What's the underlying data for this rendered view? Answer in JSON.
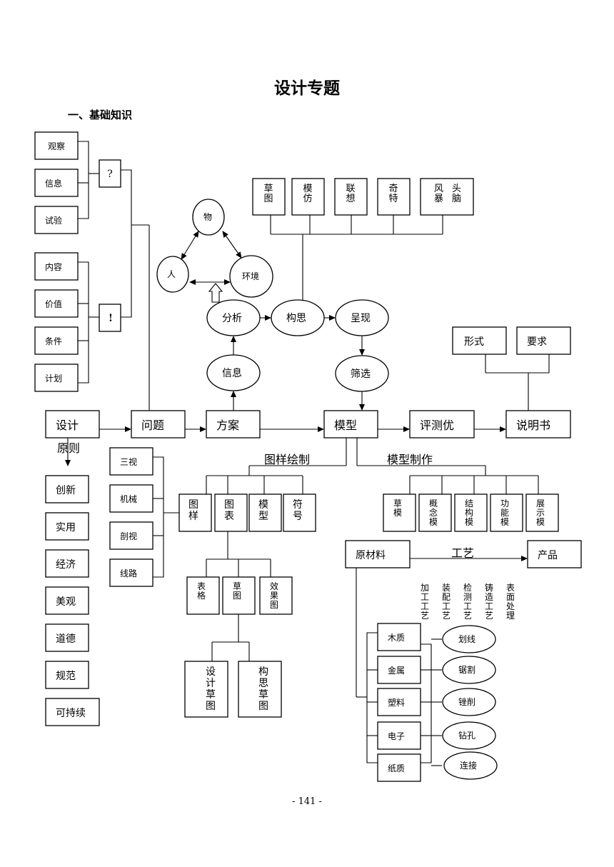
{
  "title": "设计专题",
  "section": "一、基础知识",
  "page_number": "- 141 -",
  "left_group_a": [
    "观察",
    "信息",
    "试验"
  ],
  "left_group_b": [
    "内容",
    "价值",
    "条件",
    "计划"
  ],
  "question_mark": "?",
  "exclaim_mark": "!",
  "thinking_methods": [
    "草图",
    "模仿",
    "联想",
    "奇特",
    "风暴头脑"
  ],
  "triangle": {
    "top": "物",
    "left": "人",
    "right": "环境"
  },
  "process": {
    "analysis": "分析",
    "conception": "构思",
    "presentation": "呈现",
    "information": "信息",
    "screening": "筛选"
  },
  "spec_inputs": {
    "form": "形式",
    "requirements": "要求"
  },
  "main_flow": {
    "design": "设计",
    "problem": "问题",
    "scheme": "方案",
    "model": "模型",
    "evaluate": "评测优",
    "manual": "说明书"
  },
  "principles_label": "原则",
  "principles": [
    "创新",
    "实用",
    "经济",
    "美观",
    "道德",
    "规范",
    "可持续"
  ],
  "views": [
    "三视",
    "机械",
    "剖视",
    "线路"
  ],
  "drawing_label": "图样绘制",
  "drawing_types": [
    "图样",
    "图表",
    "模型",
    "符号"
  ],
  "chart_types": [
    "表格",
    "草图",
    "效果图"
  ],
  "sketch_types": [
    "设计草图",
    "构思草图"
  ],
  "model_making_label": "模型制作",
  "model_types": [
    "草模",
    "概念模",
    "结构模",
    "功能模",
    "展示模"
  ],
  "raw_material": "原材料",
  "craft_label": "工艺",
  "product": "产品",
  "craft_types": [
    "加工工艺",
    "装配工艺",
    "检测工艺",
    "铸造工艺",
    "表面处理"
  ],
  "materials": [
    "木质",
    "金属",
    "塑料",
    "电子",
    "纸质"
  ],
  "operations": [
    "划线",
    "锯割",
    "锉削",
    "钻孔",
    "连接"
  ]
}
